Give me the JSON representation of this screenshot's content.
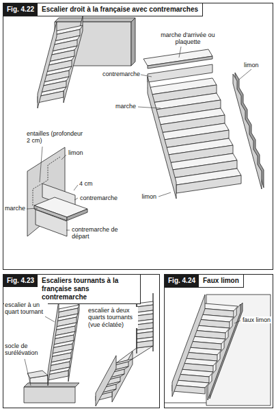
{
  "diagram": {
    "nodes": [
      {
        "text": [
          "Fig. 4.22",
          "Escalier droit à la française avec contremarches"
        ]
      },
      {
        "text": [
          "Fig. 4.23",
          "Escaliers tournants à la française sans contremarche"
        ]
      },
      {
        "text": [
          "Fig. 4.24",
          "Faux limon"
        ]
      }
    ],
    "labels": [
      "marche d'arrivée ou plaquette",
      "limon",
      "contremarche",
      "marche",
      "limon",
      "entailles (profondeur 2 cm)",
      "limon",
      "4 cm",
      "contremarche",
      "marche",
      "contremarche de départ",
      "escalier à un quart tournant",
      "escalier à deux quarts tournants (vue éclatée)",
      "socle de surélévation",
      "faux limon"
    ]
  }
}
